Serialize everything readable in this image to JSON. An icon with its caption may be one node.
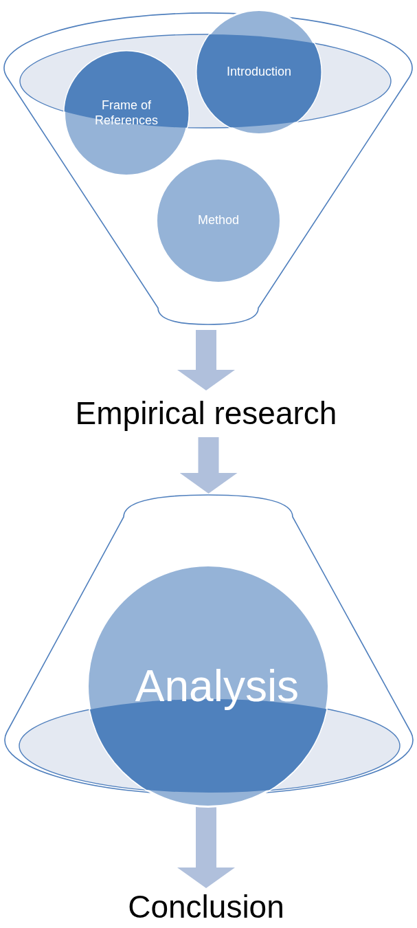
{
  "diagram": {
    "nodes": [
      {
        "text": [],
        "shape": "funnel"
      },
      {
        "text": [
          "Introduction"
        ],
        "in": 0
      },
      {
        "text": [
          "Frame of References"
        ],
        "in": 0
      },
      {
        "text": [
          "Method"
        ],
        "in": 0
      },
      {
        "text": [
          "Empirical research"
        ]
      },
      {
        "text": [],
        "shape": "funnel"
      },
      {
        "text": [
          "Analysis"
        ],
        "in": 5
      },
      {
        "text": [
          "Conclusion"
        ]
      }
    ],
    "edges": [
      {
        "from": 0,
        "to": 4,
        "arrow": "to"
      },
      {
        "from": 4,
        "to": 5,
        "arrow": "to"
      },
      {
        "from": 5,
        "to": 7,
        "arrow": "to"
      }
    ]
  }
}
